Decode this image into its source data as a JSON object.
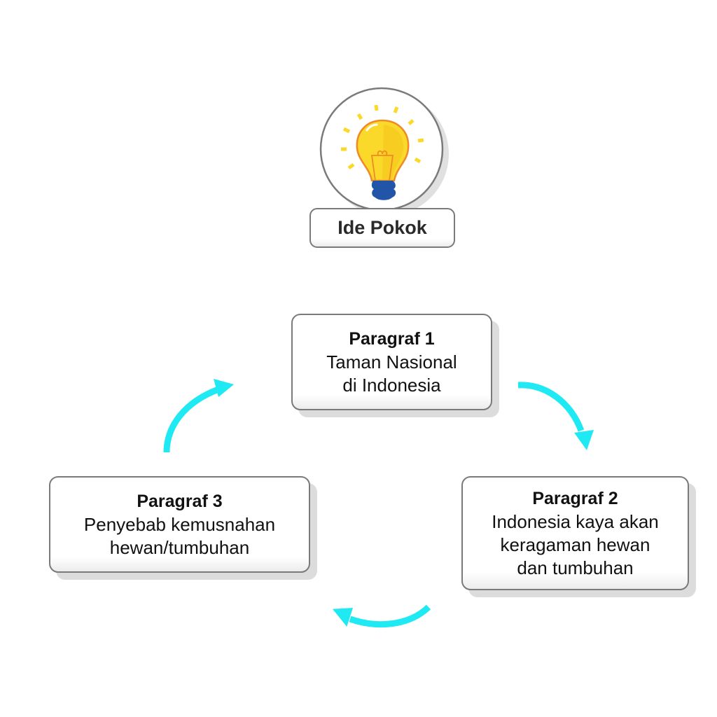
{
  "main_idea": {
    "label": "Ide Pokok",
    "icon": "lightbulb-icon"
  },
  "paragraphs": [
    {
      "title": "Paragraf 1",
      "lines": [
        "Taman Nasional",
        "di Indonesia"
      ]
    },
    {
      "title": "Paragraf 2",
      "lines": [
        "Indonesia kaya akan",
        "keragaman hewan",
        "dan tumbuhan"
      ]
    },
    {
      "title": "Paragraf 3",
      "lines": [
        "Penyebab kemusnahan",
        "hewan/tumbuhan"
      ]
    }
  ],
  "colors": {
    "arrow": "#1fe9f2",
    "bulb": "#fbd92a",
    "bulb_outline": "#f08a24",
    "base": "#2255a8",
    "border": "#7a7a7a"
  }
}
